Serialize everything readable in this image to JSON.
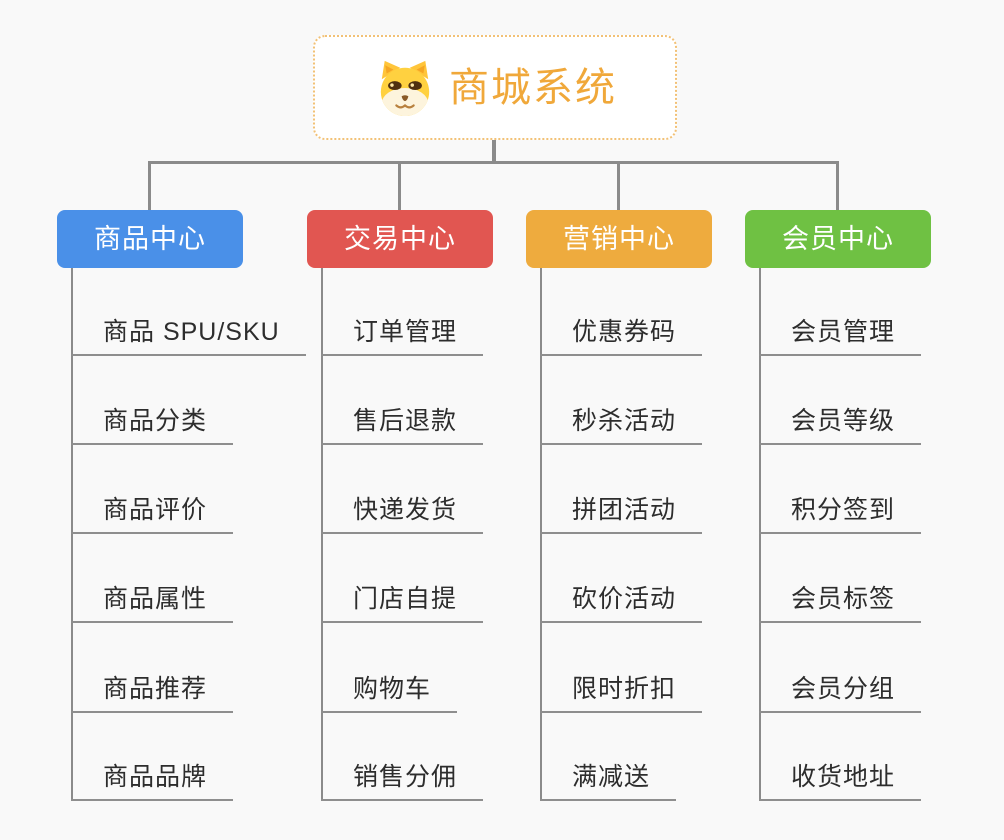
{
  "root": {
    "title": "商城系统",
    "icon": "dog-icon",
    "title_color": "#f0a83a",
    "border_color": "#f2c176"
  },
  "connector_color": "#8b8b8b",
  "branches": [
    {
      "label": "商品中心",
      "color": "#4a90e8",
      "items": [
        "商品 SPU/SKU",
        "商品分类",
        "商品评价",
        "商品属性",
        "商品推荐",
        "商品品牌"
      ]
    },
    {
      "label": "交易中心",
      "color": "#e15651",
      "items": [
        "订单管理",
        "售后退款",
        "快递发货",
        "门店自提",
        "购物车",
        "销售分佣"
      ]
    },
    {
      "label": "营销中心",
      "color": "#eeab3e",
      "items": [
        "优惠券码",
        "秒杀活动",
        "拼团活动",
        "砍价活动",
        "限时折扣",
        "满减送"
      ]
    },
    {
      "label": "会员中心",
      "color": "#6fc143",
      "items": [
        "会员管理",
        "会员等级",
        "积分签到",
        "会员标签",
        "会员分组",
        "收货地址"
      ]
    }
  ]
}
